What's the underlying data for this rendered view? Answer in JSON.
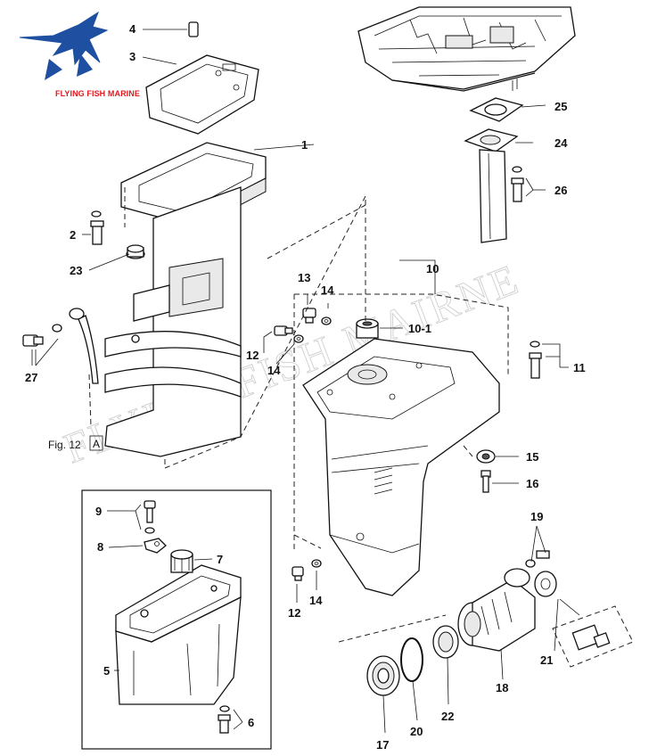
{
  "brand": {
    "name": "FLYING FISH MARINE",
    "color": "#e0191f",
    "logo_color": "#1e4fa0"
  },
  "watermark": "FLYING FISH MAIRNE",
  "figure": {
    "label": "Fig. 12",
    "tag": "A"
  },
  "callouts": [
    {
      "id": "1",
      "text": "1"
    },
    {
      "id": "2",
      "text": "2"
    },
    {
      "id": "3",
      "text": "3"
    },
    {
      "id": "4",
      "text": "4"
    },
    {
      "id": "5",
      "text": "5"
    },
    {
      "id": "6",
      "text": "6"
    },
    {
      "id": "7",
      "text": "7"
    },
    {
      "id": "8",
      "text": "8"
    },
    {
      "id": "9",
      "text": "9"
    },
    {
      "id": "10",
      "text": "10"
    },
    {
      "id": "10-1",
      "text": "10-1"
    },
    {
      "id": "11",
      "text": "11"
    },
    {
      "id": "12a",
      "text": "12"
    },
    {
      "id": "12b",
      "text": "12"
    },
    {
      "id": "13",
      "text": "13"
    },
    {
      "id": "14a",
      "text": "14"
    },
    {
      "id": "14b",
      "text": "14"
    },
    {
      "id": "14c",
      "text": "14"
    },
    {
      "id": "15",
      "text": "15"
    },
    {
      "id": "16",
      "text": "16"
    },
    {
      "id": "17",
      "text": "17"
    },
    {
      "id": "18",
      "text": "18"
    },
    {
      "id": "19",
      "text": "19"
    },
    {
      "id": "20",
      "text": "20"
    },
    {
      "id": "21",
      "text": "21"
    },
    {
      "id": "22",
      "text": "22"
    },
    {
      "id": "23",
      "text": "23"
    },
    {
      "id": "24",
      "text": "24"
    },
    {
      "id": "25",
      "text": "25"
    },
    {
      "id": "26",
      "text": "26"
    },
    {
      "id": "27",
      "text": "27"
    }
  ]
}
